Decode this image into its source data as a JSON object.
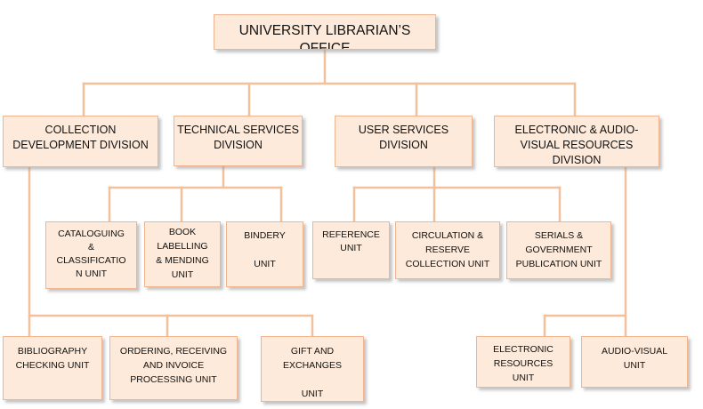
{
  "org_chart": {
    "root": {
      "label": "UNIVERSITY LIBRARIAN’S OFFICE"
    },
    "divisions": [
      {
        "label": "COLLECTION\nDEVELOPMENT DIVISION",
        "units": [
          {
            "label": "BIBLIOGRAPHY\nCHECKING UNIT"
          },
          {
            "label": "ORDERING, RECEIVING\nAND INVOICE\nPROCESSING UNIT"
          },
          {
            "label": "GIFT AND\nEXCHANGES\n\nUNIT"
          }
        ]
      },
      {
        "label": "TECHNICAL SERVICES\nDIVISION",
        "units": [
          {
            "label": "CATALOGUING\n&\nCLASSIFICATIO\nN UNIT"
          },
          {
            "label": "BOOK\nLABELLING\n& MENDING\nUNIT"
          },
          {
            "label": "BINDERY\n\nUNIT"
          }
        ]
      },
      {
        "label": "USER SERVICES\nDIVISION",
        "units": [
          {
            "label": "REFERENCE\nUNIT"
          },
          {
            "label": "CIRCULATION &\nRESERVE\nCOLLECTION  UNIT"
          },
          {
            "label": "SERIALS &\nGOVERNMENT\nPUBLICATION UNIT"
          }
        ]
      },
      {
        "label": "ELECTRONIC & AUDIO-\nVISUAL RESOURCES DIVISION",
        "units": [
          {
            "label": "ELECTRONIC\nRESOURCES\nUNIT"
          },
          {
            "label": "AUDIO-VISUAL\nUNIT"
          }
        ]
      }
    ]
  }
}
